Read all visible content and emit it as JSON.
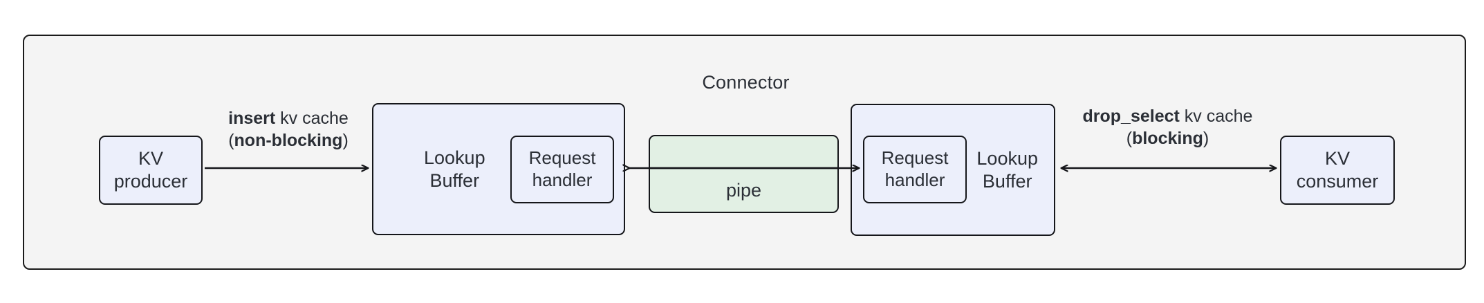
{
  "diagram": {
    "container": {
      "title": "Connector",
      "fill": "#f4f4f4",
      "stroke": "#1a1a1a"
    },
    "nodes": {
      "kv_producer": {
        "label": "KV\nproducer",
        "fill": "#eceffb"
      },
      "buffer_left": {
        "label": "Lookup\nBuffer",
        "fill": "#eceffb"
      },
      "handler_left": {
        "label": "Request\nhandler",
        "fill": "#eceffb"
      },
      "pipe": {
        "label": "pipe",
        "fill": "#e2f0e4"
      },
      "buffer_right": {
        "label": "Lookup\nBuffer",
        "fill": "#eceffb"
      },
      "handler_right": {
        "label": "Request\nhandler",
        "fill": "#eceffb"
      },
      "kv_consumer": {
        "label": "KV\nconsumer",
        "fill": "#eceffb"
      }
    },
    "edges": {
      "insert": {
        "bold_1": "insert",
        "plain_1": " kv cache",
        "plain_2": "(",
        "bold_2": "non-blocking",
        "plain_3": ")",
        "direction": "forward"
      },
      "drop_select": {
        "bold_1": "drop_select",
        "plain_1": " kv cache",
        "plain_2": "(",
        "bold_2": "blocking",
        "plain_3": ")",
        "direction": "bidirectional"
      },
      "pipe_left": {
        "direction": "backward"
      },
      "pipe_right": {
        "direction": "forward"
      }
    }
  }
}
